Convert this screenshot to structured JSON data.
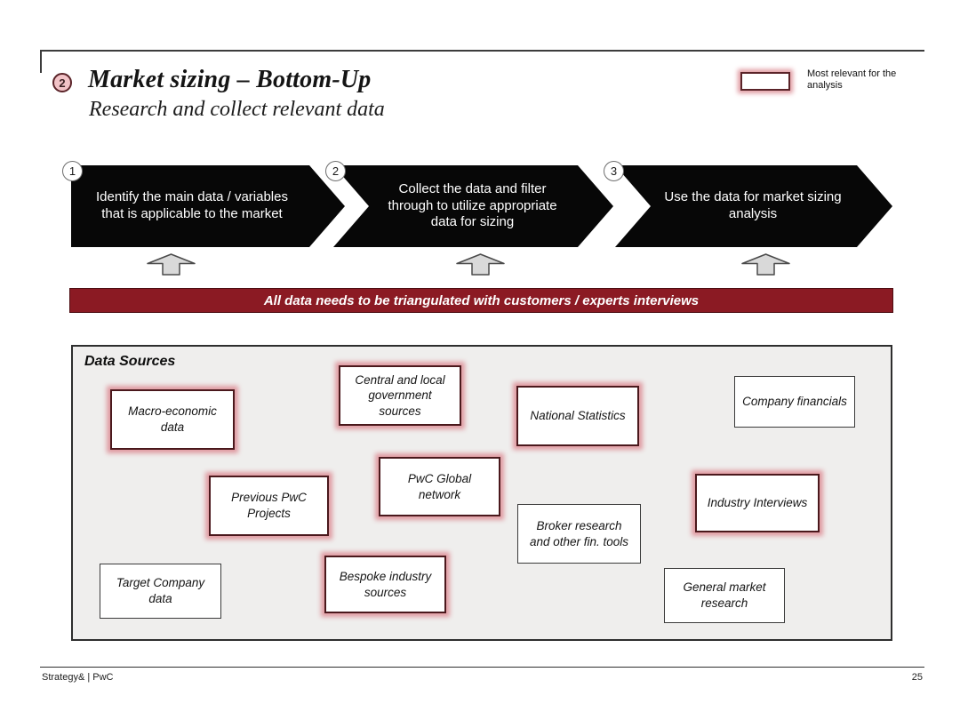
{
  "header": {
    "badge": "2",
    "title": "Market sizing – Bottom-Up",
    "subtitle": "Research and collect relevant data"
  },
  "legend": {
    "label": "Most relevant for the analysis"
  },
  "process_steps": [
    {
      "number": "1",
      "label": "Identify the main data / variables that is applicable to the market"
    },
    {
      "number": "2",
      "label": "Collect the data and filter through to utilize appropriate data for sizing"
    },
    {
      "number": "3",
      "label": "Use the data for market sizing analysis"
    }
  ],
  "banner": {
    "text": "All data needs to be triangulated with customers / experts interviews"
  },
  "data_sources": {
    "title": "Data Sources",
    "items": [
      {
        "label": "Macro-economic data",
        "highlighted": true
      },
      {
        "label": "Central and local government sources",
        "highlighted": true
      },
      {
        "label": "National Statistics",
        "highlighted": true
      },
      {
        "label": "Company financials",
        "highlighted": false
      },
      {
        "label": "Previous PwC Projects",
        "highlighted": true
      },
      {
        "label": "PwC Global network",
        "highlighted": true
      },
      {
        "label": "Broker research and other fin. tools",
        "highlighted": false
      },
      {
        "label": "Industry Interviews",
        "highlighted": true
      },
      {
        "label": "Target Company data",
        "highlighted": false
      },
      {
        "label": "Bespoke industry sources",
        "highlighted": true
      },
      {
        "label": "General market research",
        "highlighted": false
      }
    ]
  },
  "footer": {
    "brand": "Strategy& | PwC",
    "page_number": "25"
  },
  "colors": {
    "accent_red": "#8B1A23",
    "glow_pink": "#E09BA2",
    "arrow_black": "#070707",
    "panel_gray": "#EFEEED",
    "badge_pink": "#F2C3C7"
  }
}
